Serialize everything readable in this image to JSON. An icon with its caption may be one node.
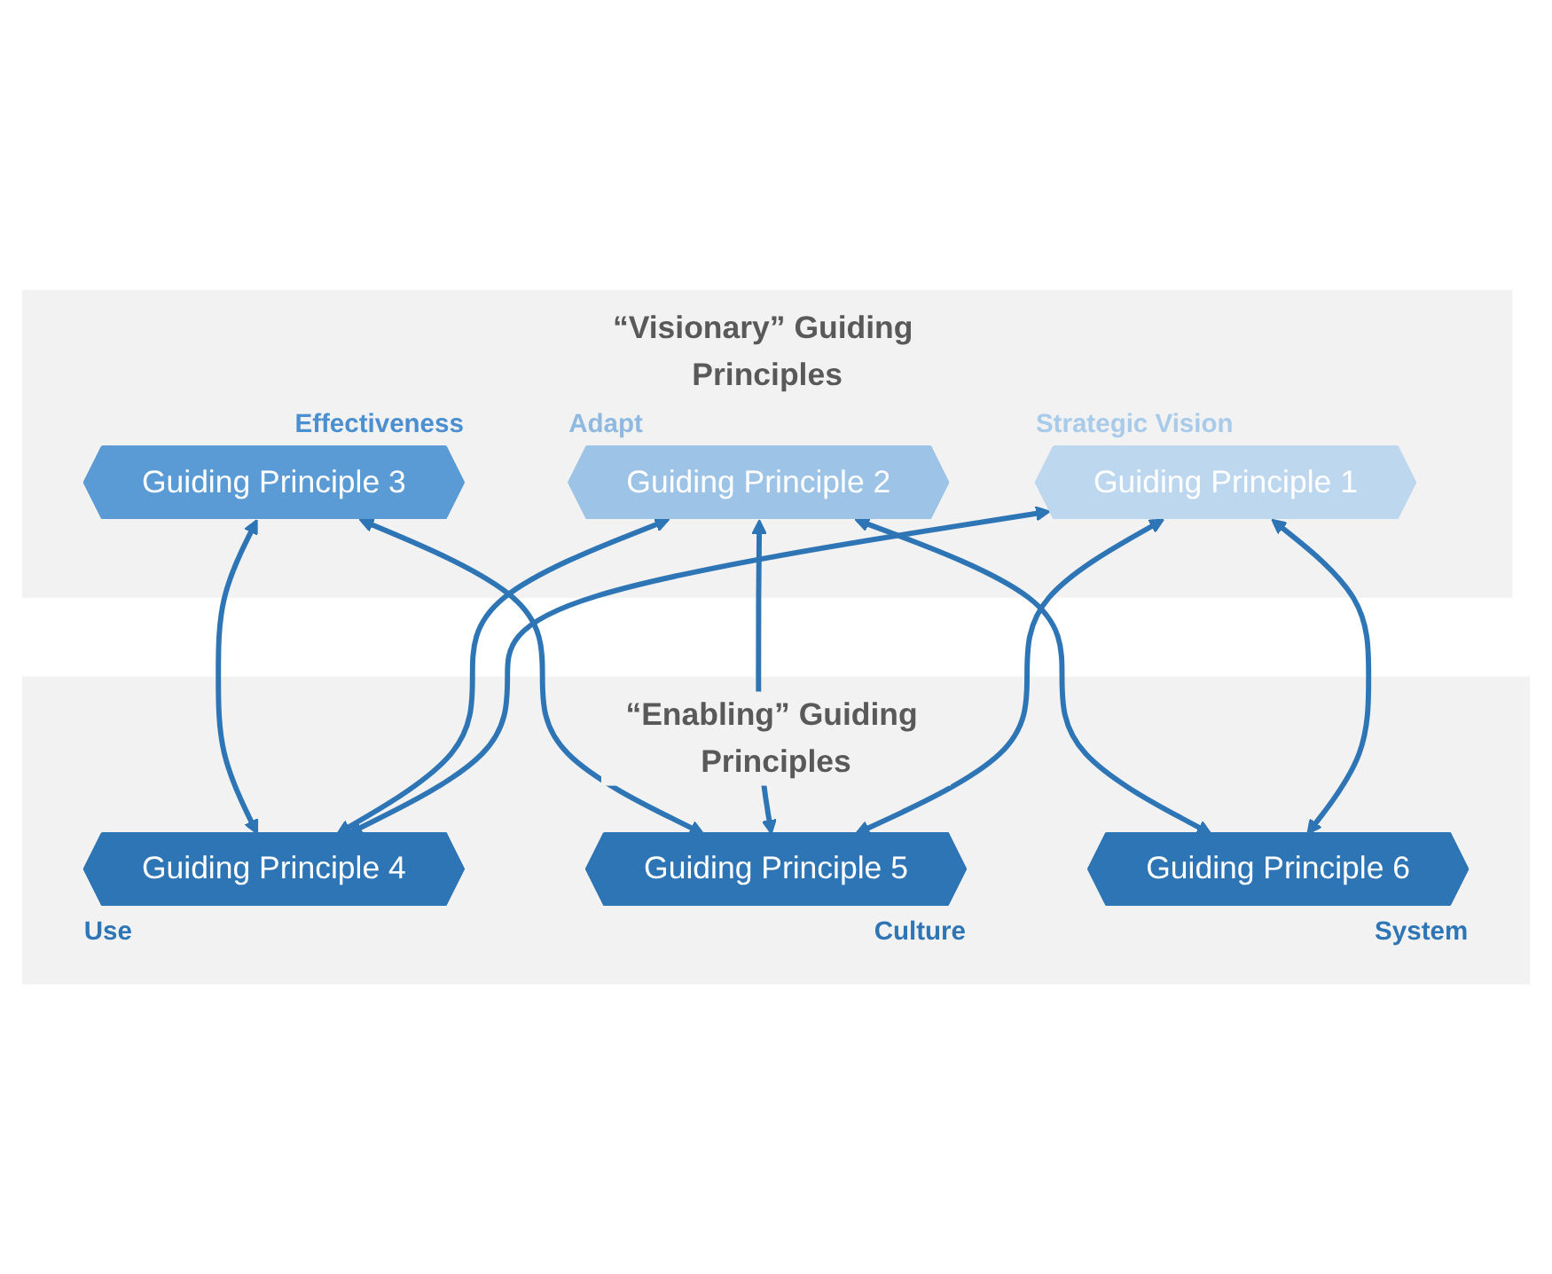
{
  "diagram": {
    "nodes": [
      {
        "text": [
          "“Visionary” Guiding Principles"
        ]
      },
      {
        "text": [
          "Guiding Principle 1"
        ],
        "in": 0,
        "beside": [
          "Strategic Vision"
        ]
      },
      {
        "text": [
          "Guiding Principle 2"
        ],
        "in": 0,
        "beside": [
          "Adapt"
        ]
      },
      {
        "text": [
          "Guiding Principle 3"
        ],
        "in": 0,
        "beside": [
          "Effectiveness"
        ]
      },
      {
        "text": [
          "“Enabling” Guiding Principles"
        ]
      },
      {
        "text": [
          "Guiding Principle 4"
        ],
        "in": 4,
        "beside": [
          "Use"
        ]
      },
      {
        "text": [
          "Guiding Principle 5"
        ],
        "in": 4,
        "beside": [
          "Culture"
        ]
      },
      {
        "text": [
          "Guiding Principle 6"
        ],
        "in": 4,
        "beside": [
          "System"
        ]
      }
    ],
    "edges": [
      {
        "from": 1,
        "to": 5,
        "arrow": "both"
      },
      {
        "from": 1,
        "to": 6,
        "arrow": "both"
      },
      {
        "from": 1,
        "to": 7,
        "arrow": "both"
      },
      {
        "from": 2,
        "to": 5,
        "arrow": "both"
      },
      {
        "from": 2,
        "to": 6,
        "arrow": "both"
      },
      {
        "from": 2,
        "to": 7,
        "arrow": "both"
      },
      {
        "from": 3,
        "to": 5,
        "arrow": "both"
      },
      {
        "from": 3,
        "to": 6,
        "arrow": "both"
      }
    ]
  }
}
